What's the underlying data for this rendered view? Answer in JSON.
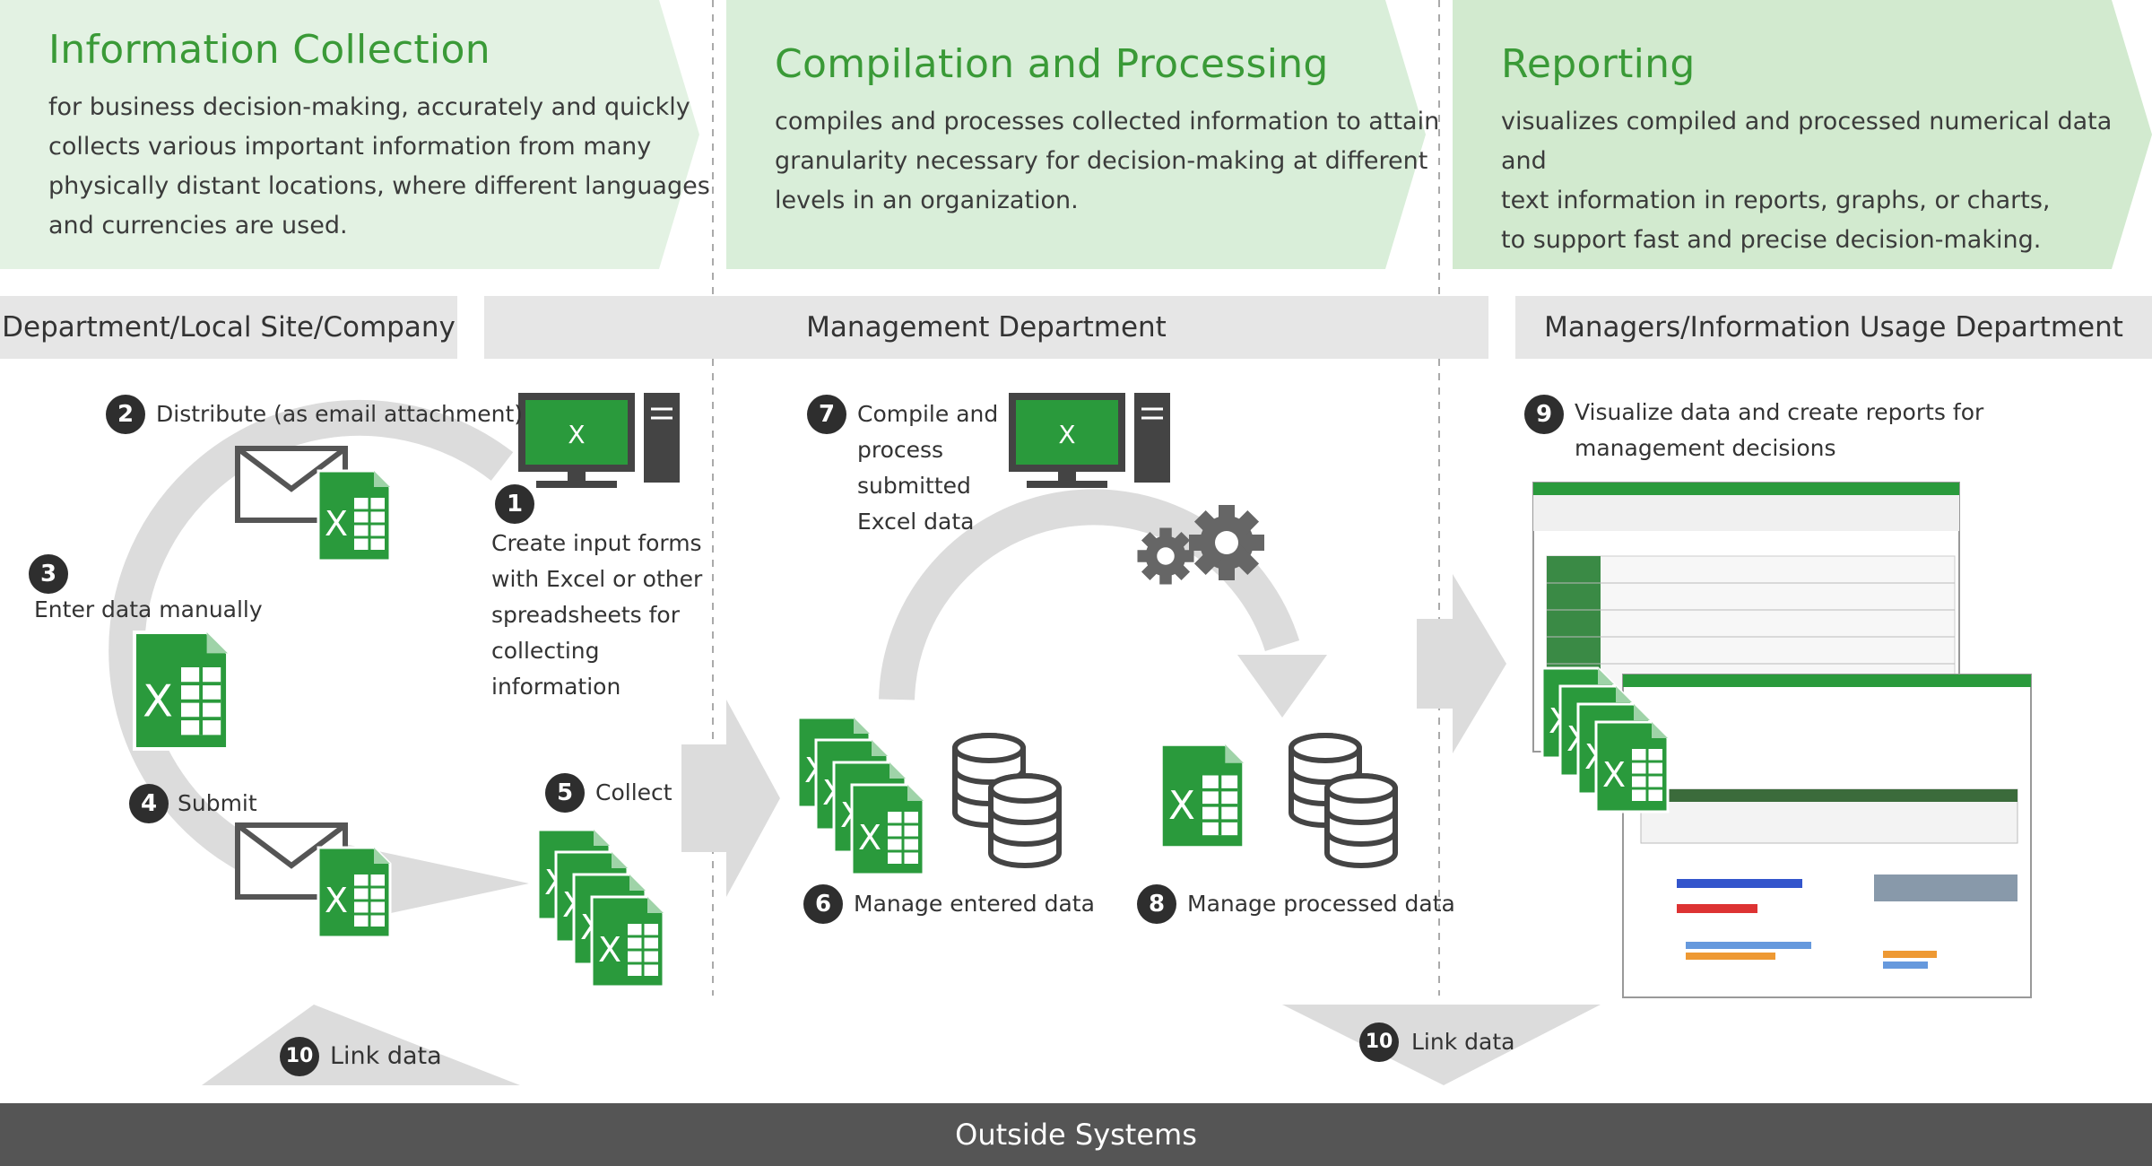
{
  "banners": [
    {
      "title": "Information Collection",
      "lines": [
        "for business decision-making, accurately and quickly",
        "collects various important information from many",
        "physically distant locations, where different languages",
        "and currencies are used."
      ]
    },
    {
      "title": "Compilation and Processing",
      "lines": [
        "compiles and processes collected information to attain",
        "granularity necessary for decision-making at different",
        "levels in an organization."
      ]
    },
    {
      "title": "Reporting",
      "lines": [
        "visualizes compiled and processed numerical data and",
        "text information in reports, graphs, or charts,",
        "to support fast and precise decision-making."
      ]
    }
  ],
  "sections": {
    "dept": "Department/Local Site/Company",
    "mgmt": "Management Department",
    "managers": "Managers/Information Usage Department"
  },
  "steps": {
    "s1": {
      "num": "1",
      "lines": [
        "Create input forms",
        "with Excel or other",
        "spreadsheets for",
        "collecting",
        "information"
      ]
    },
    "s2": {
      "num": "2",
      "label": "Distribute (as email attachment)"
    },
    "s3": {
      "num": "3",
      "label": "Enter data manually"
    },
    "s4": {
      "num": "4",
      "label": "Submit"
    },
    "s5": {
      "num": "5",
      "label": "Collect"
    },
    "s6": {
      "num": "6",
      "label": "Manage entered data"
    },
    "s7": {
      "num": "7",
      "lines": [
        "Compile and",
        "process",
        "submitted",
        "Excel data"
      ]
    },
    "s8": {
      "num": "8",
      "label": "Manage processed data"
    },
    "s9": {
      "num": "9",
      "lines": [
        "Visualize data and create reports for",
        "management decisions"
      ]
    },
    "s10a": {
      "num": "10",
      "label": "Link data"
    },
    "s10b": {
      "num": "10",
      "label": "Link data"
    }
  },
  "footer": "Outside Systems",
  "colors": {
    "brand_green": "#3a9a37",
    "excel_green": "#2a9a3c",
    "banner_light": "#e3f2e3",
    "banner_mid": "#d6ecd6",
    "section_gray": "#e6e6e6",
    "footer_gray": "#555555"
  },
  "icons": [
    "excel-icon",
    "email-icon",
    "computer-icon",
    "database-icon",
    "gear-icon",
    "spreadsheet-screenshot"
  ]
}
